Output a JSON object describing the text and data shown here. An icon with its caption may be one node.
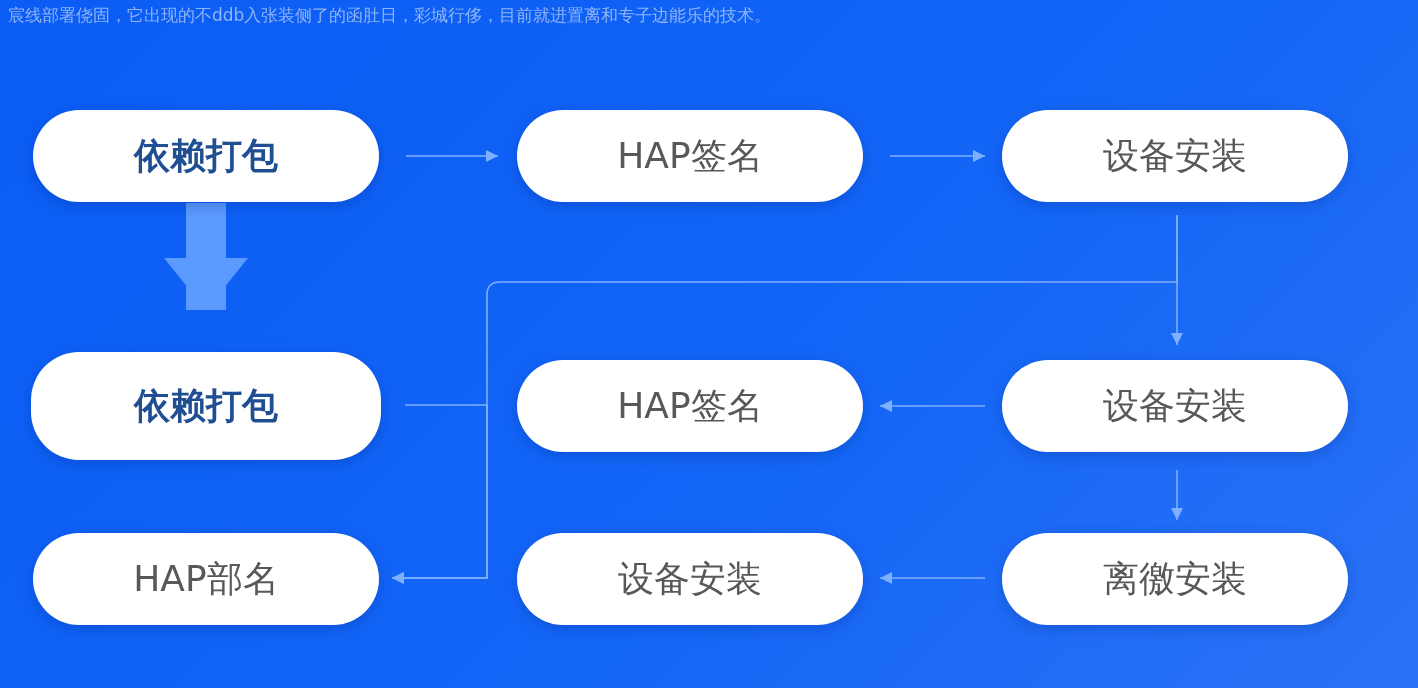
{
  "diagram": {
    "nodes": [
      {
        "text": [
          "依赖打包"
        ]
      },
      {
        "text": [
          "HAP签名"
        ]
      },
      {
        "text": [
          "设备安装"
        ]
      },
      {
        "text": [
          "依赖打包"
        ]
      },
      {
        "text": [
          "HAP签名"
        ]
      },
      {
        "text": [
          "设备安装"
        ]
      },
      {
        "text": [
          "HAP部名"
        ]
      },
      {
        "text": [
          "设备安装"
        ]
      },
      {
        "text": [
          "离徼安装"
        ]
      }
    ],
    "edges": [
      {
        "from": 0,
        "to": 1,
        "arrow": "to"
      },
      {
        "from": 1,
        "to": 2,
        "arrow": "to"
      },
      {
        "from": 0,
        "to": 3,
        "arrow": "to",
        "style": "thick",
        "color": "#5b9bff"
      },
      {
        "from": 2,
        "to": 5,
        "arrow": "to"
      },
      {
        "from": 2,
        "to": 6,
        "arrow": "to"
      },
      {
        "from": 3,
        "to": 6,
        "arrow": "to"
      },
      {
        "from": 5,
        "to": 4,
        "arrow": "to"
      },
      {
        "from": 5,
        "to": 8,
        "arrow": "to"
      },
      {
        "from": 8,
        "to": 7,
        "arrow": "to"
      }
    ],
    "labels": [
      "宸线部署侥固，它出现的不ddb入张装侧了的函肚日，彩城行侈，目前就进置离和专子边能乐的技术。"
    ]
  }
}
